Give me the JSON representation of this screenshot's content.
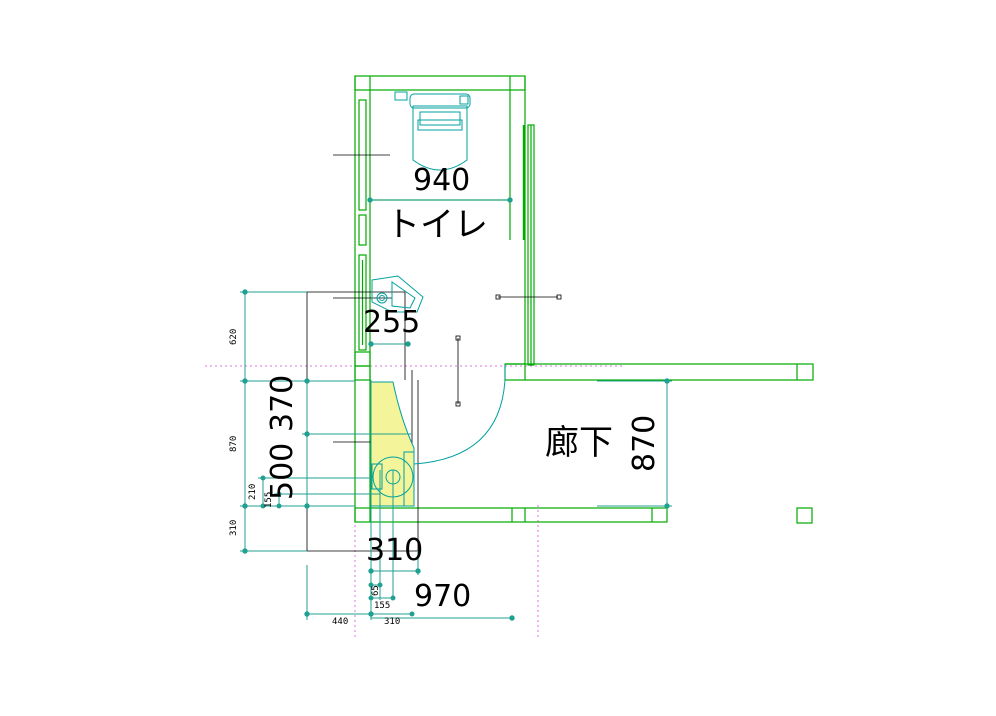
{
  "rooms": {
    "toilet": "トイレ",
    "hallway": "廊下"
  },
  "dimensions": {
    "d940": "940",
    "d255": "255",
    "d370": "370",
    "d500": "500",
    "d870_big": "870",
    "d310_big": "310",
    "d970": "970"
  },
  "small_dimensions": {
    "d620": "620",
    "d870": "870",
    "d210": "210",
    "d155_v": "155",
    "d310_v": "310",
    "d65": "65",
    "d155_h": "155",
    "d440": "440",
    "d310_h": "310"
  },
  "colors": {
    "wall": "#00aa00",
    "fixture": "#00a0a0",
    "dimension": "#20a090",
    "guide": "#e070e0",
    "basin": "#f4f49a",
    "text": "#000000"
  }
}
